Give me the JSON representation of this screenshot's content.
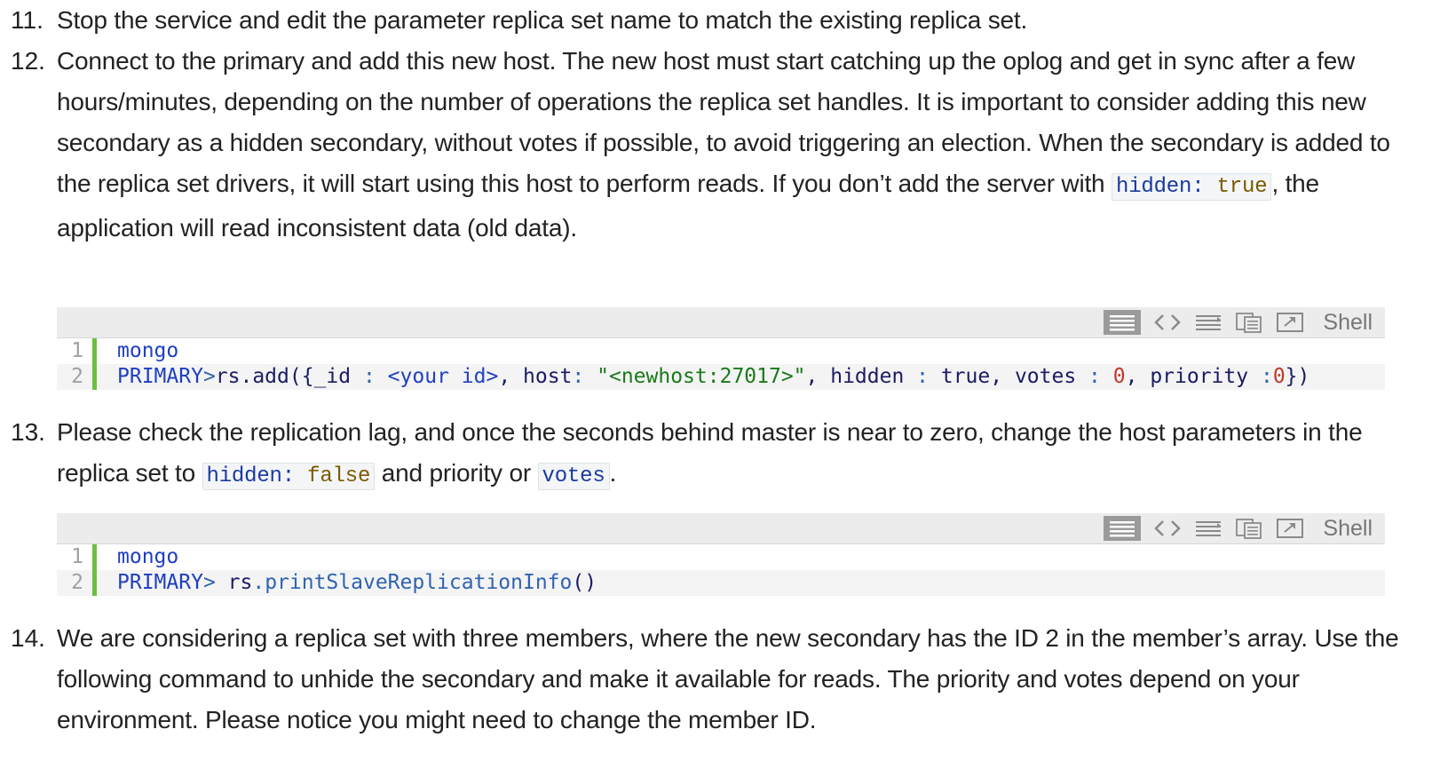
{
  "steps": [
    {
      "number": "11.",
      "parts": [
        {
          "t": "Stop the service and edit the parameter replica set name to match the existing replica set."
        }
      ]
    },
    {
      "number": "12.",
      "parts": [
        {
          "t": "Connect to the primary and add this new host. The new host must start catching up the oplog and get in sync after a few hours/minutes, depending on the number of operations the replica set handles. It is important to consider adding this new secondary as a hidden secondary, without votes if possible, to avoid triggering an election. When the secondary is added to the replica set drivers, it will start using this host to perform reads. If you don’t add the server with "
        },
        {
          "code": [
            "hidden:",
            "true"
          ]
        },
        {
          "t": ", the application will read inconsistent data (old data)."
        }
      ]
    },
    {
      "number": "13.",
      "parts": [
        {
          "t": "Please check the replication lag, and once the seconds behind master is near to zero, change the host parameters in the replica set to "
        },
        {
          "code": [
            "hidden:",
            "false"
          ]
        },
        {
          "t": " and priority or "
        },
        {
          "code": [
            "votes"
          ]
        },
        {
          "t": "."
        }
      ]
    },
    {
      "number": "14.",
      "parts": [
        {
          "t": "We are considering a replica set with three members, where the new secondary has the ID 2 in the member’s array. Use the following command to unhide the secondary and make it available for reads. The priority and votes depend on your environment. Please notice you might need to change the member ID."
        }
      ]
    }
  ],
  "code_blocks": [
    {
      "language": "Shell",
      "lines": [
        {
          "number": "1",
          "tokens": [
            {
              "t": "mongo",
              "c": "kw"
            }
          ]
        },
        {
          "number": "2",
          "tokens": [
            {
              "t": "PRIMARY",
              "c": "kw"
            },
            {
              "t": ">",
              "c": "op"
            },
            {
              "t": "rs.add({_id ",
              "c": "plain"
            },
            {
              "t": ":",
              "c": "op"
            },
            {
              "t": " <your id>",
              "c": "kw"
            },
            {
              "t": ", host",
              "c": "plain"
            },
            {
              "t": ":",
              "c": "op"
            },
            {
              "t": " ",
              "c": "plain"
            },
            {
              "t": "\"<newhost:27017>\"",
              "c": "str"
            },
            {
              "t": ", hidden ",
              "c": "plain"
            },
            {
              "t": ":",
              "c": "op"
            },
            {
              "t": " true",
              "c": "plain"
            },
            {
              "t": ", votes ",
              "c": "plain"
            },
            {
              "t": ":",
              "c": "op"
            },
            {
              "t": " ",
              "c": "plain"
            },
            {
              "t": "0",
              "c": "num"
            },
            {
              "t": ", priority ",
              "c": "plain"
            },
            {
              "t": ":",
              "c": "op"
            },
            {
              "t": "0",
              "c": "num"
            },
            {
              "t": "})",
              "c": "plain"
            }
          ]
        }
      ]
    },
    {
      "language": "Shell",
      "lines": [
        {
          "number": "1",
          "tokens": [
            {
              "t": "mongo",
              "c": "kw"
            }
          ]
        },
        {
          "number": "2",
          "tokens": [
            {
              "t": "PRIMARY",
              "c": "kw"
            },
            {
              "t": "> ",
              "c": "op"
            },
            {
              "t": "rs",
              "c": "plain"
            },
            {
              "t": ".printSlaveReplicationInfo",
              "c": "op"
            },
            {
              "t": "()",
              "c": "plain"
            }
          ]
        }
      ]
    }
  ],
  "toolbar_icons": [
    "toggle-lines-icon",
    "view-source-icon",
    "toggle-wrap-icon",
    "copy-icon",
    "open-new-window-icon"
  ]
}
